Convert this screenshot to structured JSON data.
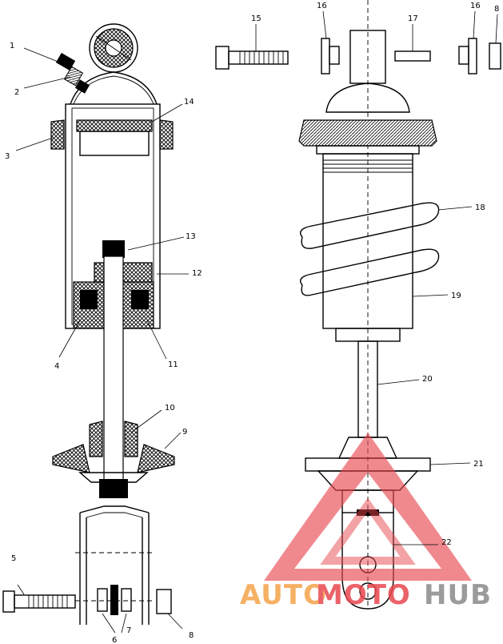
{
  "watermark": {
    "part1": "AUTO",
    "part2": "MOTO",
    "part3": "HUB",
    "color_orange": "#f5a34a",
    "color_red": "#e8474f",
    "color_gray": "#8a8a8a"
  },
  "callouts": {
    "c1": "1",
    "c2": "2",
    "c3": "3",
    "c4": "4",
    "c5": "5",
    "c6": "6",
    "c7": "7",
    "c8": "8",
    "c8b": "8",
    "c9": "9",
    "c10": "10",
    "c11": "11",
    "c12": "12",
    "c13": "13",
    "c14": "14",
    "c15": "15",
    "c16a": "16",
    "c16b": "16",
    "c17": "17",
    "c18": "18",
    "c19": "19",
    "c20": "20",
    "c21": "21",
    "c22": "22"
  }
}
